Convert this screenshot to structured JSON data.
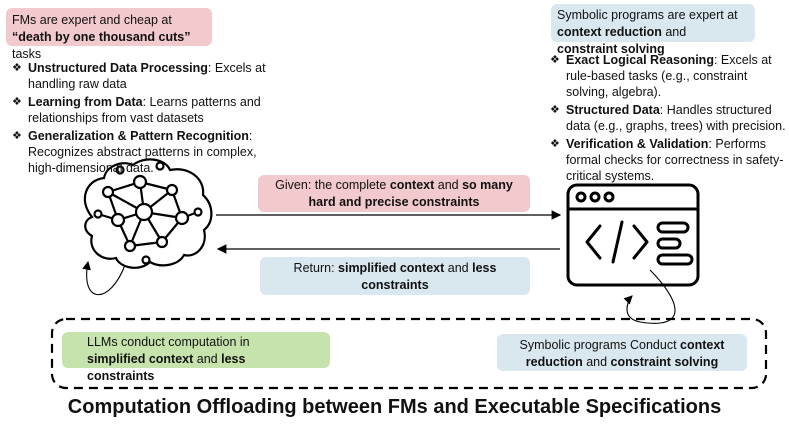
{
  "fm_box": {
    "pre": "FMs are expert and cheap at ",
    "bold": "“death by one thousand cuts”",
    "post": " tasks"
  },
  "fm_list": [
    {
      "bold": "Unstructured Data Processing",
      "rest": ": Excels at handling raw data"
    },
    {
      "bold": "Learning from Data",
      "rest": ": Learns patterns and relationships from vast datasets"
    },
    {
      "bold": "Generalization & Pattern Recognition",
      "rest": ": Recognizes abstract patterns in complex, high-dimensional data."
    }
  ],
  "sym_box": {
    "pre": "Symbolic programs are expert at ",
    "bold1": "context reduction",
    "mid": " and ",
    "bold2": "constraint solving"
  },
  "sym_list": [
    {
      "bold": "Exact Logical Reasoning",
      "rest": ": Excels at rule-based tasks (e.g., constraint solving, algebra)."
    },
    {
      "bold": "Structured Data",
      "rest": ": Handles structured data (e.g., graphs, trees) with precision."
    },
    {
      "bold": "Verification & Validation",
      "rest": ": Performs formal checks for correctness in safety-critical systems."
    }
  ],
  "given_box": {
    "pre": "Given: the complete ",
    "bold1": "context",
    "mid": " and ",
    "bold2": "so many hard and precise constraints"
  },
  "return_box": {
    "pre": "Return: ",
    "bold1": "simplified context",
    "mid": " and ",
    "bold2": "less constraints"
  },
  "llm_box": {
    "pre": "LLMs conduct computation in ",
    "bold1": "simplified context",
    "mid": " and ",
    "bold2": "less constraints"
  },
  "sym_conduct_box": {
    "pre": "Symbolic programs Conduct ",
    "bold1": "context reduction",
    "mid": " and ",
    "bold2": "constraint solving"
  },
  "bullet_glyph": "❖",
  "title": "Computation Offloading between FMs and Executable Specifications",
  "colors": {
    "pink": "#f2c9cc",
    "blue": "#d9e7ef",
    "green": "#c7e3ad"
  },
  "icons": [
    "brain-network-icon",
    "code-window-icon"
  ]
}
